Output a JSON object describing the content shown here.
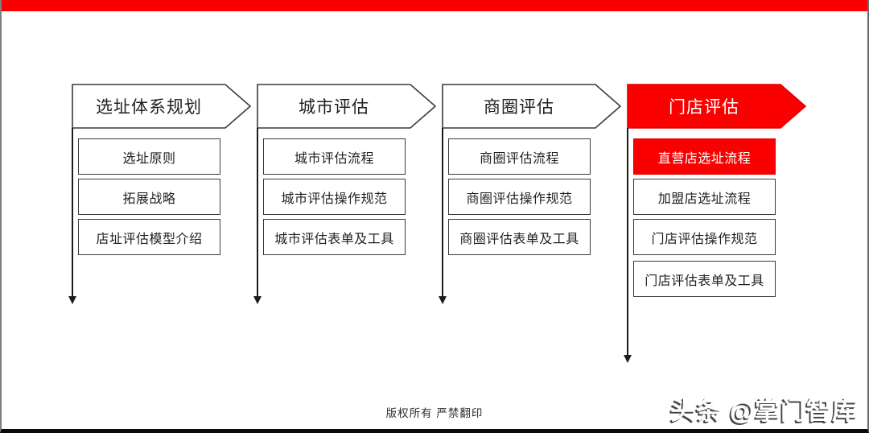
{
  "slide": {
    "accent_color": "#fb0000",
    "background_color": "#ffffff",
    "border_color": "#0a0a0a"
  },
  "columns": [
    {
      "header": "选址体系规划",
      "highlighted": false,
      "items": [
        {
          "label": "选址原则",
          "highlighted": false
        },
        {
          "label": "拓展战略",
          "highlighted": false
        },
        {
          "label": "店址评估模型介绍",
          "highlighted": false
        }
      ]
    },
    {
      "header": "城市评估",
      "highlighted": false,
      "items": [
        {
          "label": "城市评估流程",
          "highlighted": false
        },
        {
          "label": "城市评估操作规范",
          "highlighted": false
        },
        {
          "label": "城市评估表单及工具",
          "highlighted": false
        }
      ]
    },
    {
      "header": "商圈评估",
      "highlighted": false,
      "items": [
        {
          "label": "商圈评估流程",
          "highlighted": false
        },
        {
          "label": "商圈评估操作规范",
          "highlighted": false
        },
        {
          "label": "商圈评估表单及工具",
          "highlighted": false
        }
      ]
    },
    {
      "header": "门店评估",
      "highlighted": true,
      "items": [
        {
          "label": "直营店选址流程",
          "highlighted": true
        },
        {
          "label": "加盟店选址流程",
          "highlighted": false
        },
        {
          "label": "门店评估操作规范",
          "highlighted": false
        },
        {
          "label": "门店评估表单及工具",
          "highlighted": false
        }
      ]
    }
  ],
  "footer": {
    "copyright": "版权所有 严禁翻印"
  },
  "watermark": {
    "text": "头条 @掌门智库"
  }
}
